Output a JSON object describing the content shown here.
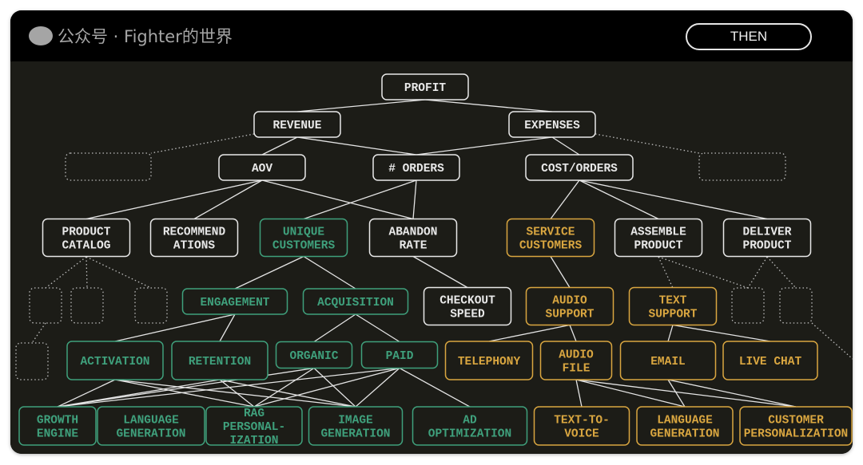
{
  "header": {
    "then_label": "THEN"
  },
  "colors": {
    "background": "#1c1c17",
    "neutral": "#e8e8e8",
    "revenue_branch": "#3fa07c",
    "cost_branch": "#d9a640",
    "placeholder": "#bdbdbd"
  },
  "nodes": [
    {
      "id": "profit",
      "lines": [
        "PROFIT"
      ],
      "group": "neutral"
    },
    {
      "id": "revenue",
      "lines": [
        "REVENUE"
      ],
      "group": "neutral"
    },
    {
      "id": "expenses",
      "lines": [
        "EXPENSES"
      ],
      "group": "neutral"
    },
    {
      "id": "aov",
      "lines": [
        "AOV"
      ],
      "group": "neutral"
    },
    {
      "id": "orders",
      "lines": [
        "# ORDERS"
      ],
      "group": "neutral"
    },
    {
      "id": "cost_orders",
      "lines": [
        "COST/ORDERS"
      ],
      "group": "neutral"
    },
    {
      "id": "product_catalog",
      "lines": [
        "PRODUCT",
        "CATALOG"
      ],
      "group": "neutral"
    },
    {
      "id": "recommendations",
      "lines": [
        "RECOMMEND",
        "ATIONS"
      ],
      "group": "neutral"
    },
    {
      "id": "unique_customers",
      "lines": [
        "UNIQUE",
        "CUSTOMERS"
      ],
      "group": "revenue_branch"
    },
    {
      "id": "abandon_rate",
      "lines": [
        "ABANDON",
        "RATE"
      ],
      "group": "neutral"
    },
    {
      "id": "service_customers",
      "lines": [
        "SERVICE",
        "CUSTOMERS"
      ],
      "group": "cost_branch"
    },
    {
      "id": "assemble_product",
      "lines": [
        "ASSEMBLE",
        "PRODUCT"
      ],
      "group": "neutral"
    },
    {
      "id": "deliver_product",
      "lines": [
        "DELIVER",
        "PRODUCT"
      ],
      "group": "neutral"
    },
    {
      "id": "engagement",
      "lines": [
        "ENGAGEMENT"
      ],
      "group": "revenue_branch"
    },
    {
      "id": "acquisition",
      "lines": [
        "ACQUISITION"
      ],
      "group": "revenue_branch"
    },
    {
      "id": "checkout_speed",
      "lines": [
        "CHECKOUT",
        "SPEED"
      ],
      "group": "neutral"
    },
    {
      "id": "audio_support",
      "lines": [
        "AUDIO",
        "SUPPORT"
      ],
      "group": "cost_branch"
    },
    {
      "id": "text_support",
      "lines": [
        "TEXT",
        "SUPPORT"
      ],
      "group": "cost_branch"
    },
    {
      "id": "activation",
      "lines": [
        "ACTIVATION"
      ],
      "group": "revenue_branch"
    },
    {
      "id": "retention",
      "lines": [
        "RETENTION"
      ],
      "group": "revenue_branch"
    },
    {
      "id": "organic",
      "lines": [
        "ORGANIC"
      ],
      "group": "revenue_branch"
    },
    {
      "id": "paid",
      "lines": [
        "PAID"
      ],
      "group": "revenue_branch"
    },
    {
      "id": "telephony",
      "lines": [
        "TELEPHONY"
      ],
      "group": "cost_branch"
    },
    {
      "id": "audio_file",
      "lines": [
        "AUDIO",
        "FILE"
      ],
      "group": "cost_branch"
    },
    {
      "id": "email",
      "lines": [
        "EMAIL"
      ],
      "group": "cost_branch"
    },
    {
      "id": "live_chat",
      "lines": [
        "LIVE CHAT"
      ],
      "group": "cost_branch"
    },
    {
      "id": "growth_engine",
      "lines": [
        "GROWTH",
        "ENGINE"
      ],
      "group": "revenue_branch"
    },
    {
      "id": "language_generation_1",
      "lines": [
        "LANGUAGE",
        "GENERATION"
      ],
      "group": "revenue_branch"
    },
    {
      "id": "rag_personalization",
      "lines": [
        "RAG",
        "PERSONAL-",
        "IZATION"
      ],
      "group": "revenue_branch"
    },
    {
      "id": "image_generation",
      "lines": [
        "IMAGE",
        "GENERATION"
      ],
      "group": "revenue_branch"
    },
    {
      "id": "ad_optimization",
      "lines": [
        "AD",
        "OPTIMIZATION"
      ],
      "group": "revenue_branch"
    },
    {
      "id": "text_to_voice",
      "lines": [
        "TEXT-TO-",
        "VOICE"
      ],
      "group": "cost_branch"
    },
    {
      "id": "language_generation_2",
      "lines": [
        "LANGUAGE",
        "GENERATION"
      ],
      "group": "cost_branch"
    },
    {
      "id": "customer_personalization",
      "lines": [
        "CUSTOMER",
        "PERSONALIZATION"
      ],
      "group": "cost_branch"
    }
  ],
  "edges": [
    [
      "profit",
      "revenue"
    ],
    [
      "profit",
      "expenses"
    ],
    [
      "revenue",
      "aov"
    ],
    [
      "revenue",
      "orders"
    ],
    [
      "expenses",
      "orders"
    ],
    [
      "expenses",
      "cost_orders"
    ],
    [
      "aov",
      "product_catalog"
    ],
    [
      "aov",
      "recommendations"
    ],
    [
      "aov",
      "abandon_rate"
    ],
    [
      "orders",
      "unique_customers"
    ],
    [
      "orders",
      "abandon_rate"
    ],
    [
      "cost_orders",
      "service_customers"
    ],
    [
      "cost_orders",
      "assemble_product"
    ],
    [
      "cost_orders",
      "deliver_product"
    ],
    [
      "unique_customers",
      "engagement"
    ],
    [
      "unique_customers",
      "acquisition"
    ],
    [
      "abandon_rate",
      "checkout_speed"
    ],
    [
      "service_customers",
      "audio_support"
    ],
    [
      "engagement",
      "activation"
    ],
    [
      "engagement",
      "retention"
    ],
    [
      "acquisition",
      "organic"
    ],
    [
      "acquisition",
      "paid"
    ],
    [
      "audio_support",
      "telephony"
    ],
    [
      "audio_support",
      "audio_file"
    ],
    [
      "text_support",
      "email"
    ],
    [
      "text_support",
      "live_chat"
    ],
    [
      "activation",
      "growth_engine"
    ],
    [
      "activation",
      "rag_personalization"
    ],
    [
      "activation",
      "image_generation"
    ],
    [
      "retention",
      "growth_engine"
    ],
    [
      "retention",
      "rag_personalization"
    ],
    [
      "retention",
      "image_generation"
    ],
    [
      "organic",
      "growth_engine"
    ],
    [
      "organic",
      "rag_personalization"
    ],
    [
      "organic",
      "image_generation"
    ],
    [
      "paid",
      "growth_engine"
    ],
    [
      "paid",
      "rag_personalization"
    ],
    [
      "paid",
      "image_generation"
    ],
    [
      "paid",
      "ad_optimization"
    ],
    [
      "audio_file",
      "text_to_voice"
    ],
    [
      "audio_file",
      "language_generation_2"
    ],
    [
      "audio_file",
      "customer_personalization"
    ],
    [
      "email",
      "language_generation_2"
    ],
    [
      "email",
      "customer_personalization"
    ]
  ],
  "watermark": {
    "text": "公众号 · Fighter的世界"
  }
}
